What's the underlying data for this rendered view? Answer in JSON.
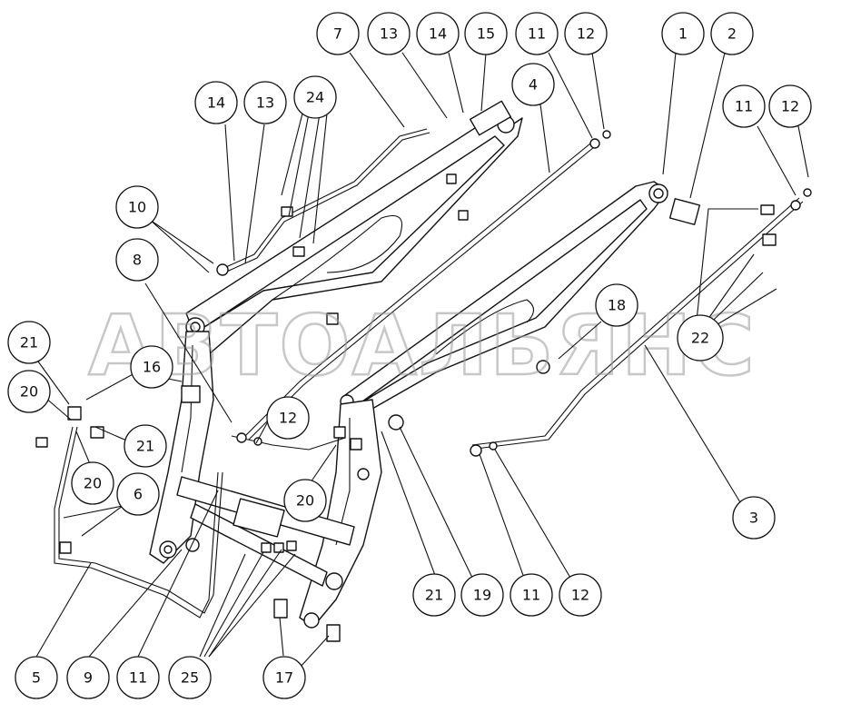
{
  "watermark": "АВТОАЛЬЯНС",
  "callouts": [
    {
      "label": "7"
    },
    {
      "label": "13"
    },
    {
      "label": "14"
    },
    {
      "label": "15"
    },
    {
      "label": "11"
    },
    {
      "label": "12"
    },
    {
      "label": "1"
    },
    {
      "label": "2"
    },
    {
      "label": "4"
    },
    {
      "label": "11"
    },
    {
      "label": "12"
    },
    {
      "label": "14"
    },
    {
      "label": "13"
    },
    {
      "label": "24"
    },
    {
      "label": "10"
    },
    {
      "label": "8"
    },
    {
      "label": "18"
    },
    {
      "label": "22"
    },
    {
      "label": "21"
    },
    {
      "label": "16"
    },
    {
      "label": "20"
    },
    {
      "label": "12"
    },
    {
      "label": "21"
    },
    {
      "label": "20"
    },
    {
      "label": "6"
    },
    {
      "label": "20"
    },
    {
      "label": "3"
    },
    {
      "label": "21"
    },
    {
      "label": "19"
    },
    {
      "label": "11"
    },
    {
      "label": "12"
    },
    {
      "label": "5"
    },
    {
      "label": "9"
    },
    {
      "label": "11"
    },
    {
      "label": "25"
    },
    {
      "label": "17"
    }
  ]
}
